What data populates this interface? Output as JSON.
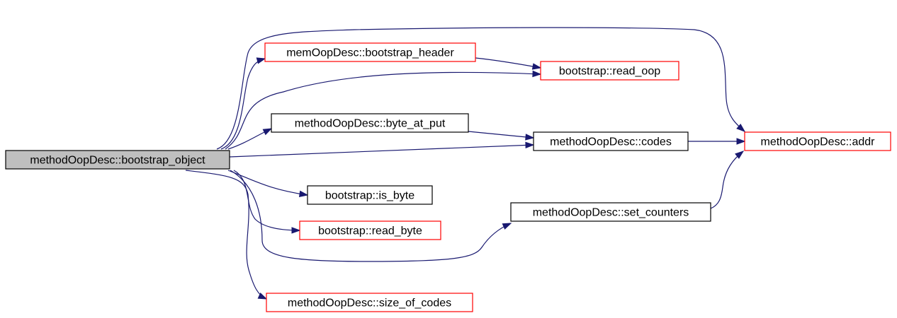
{
  "graph": {
    "colors": {
      "edge": "#191970",
      "root_fill": "#bfbfbf",
      "documented_border": "#000000",
      "undocumented_border": "#ff0000"
    },
    "nodes": [
      {
        "id": "bootstrap_object",
        "label": "methodOopDesc::bootstrap_object",
        "style": "root"
      },
      {
        "id": "bootstrap_header",
        "label": "memOopDesc::bootstrap_header",
        "style": "red"
      },
      {
        "id": "read_oop",
        "label": "bootstrap::read_oop",
        "style": "red"
      },
      {
        "id": "byte_at_put",
        "label": "methodOopDesc::byte_at_put",
        "style": "black"
      },
      {
        "id": "codes",
        "label": "methodOopDesc::codes",
        "style": "black"
      },
      {
        "id": "addr",
        "label": "methodOopDesc::addr",
        "style": "red"
      },
      {
        "id": "is_byte",
        "label": "bootstrap::is_byte",
        "style": "black"
      },
      {
        "id": "set_counters",
        "label": "methodOopDesc::set_counters",
        "style": "black"
      },
      {
        "id": "read_byte",
        "label": "bootstrap::read_byte",
        "style": "red"
      },
      {
        "id": "size_of_codes",
        "label": "methodOopDesc::size_of_codes",
        "style": "red"
      }
    ],
    "edges": [
      {
        "from": "bootstrap_object",
        "to": "bootstrap_header"
      },
      {
        "from": "bootstrap_object",
        "to": "read_oop"
      },
      {
        "from": "bootstrap_object",
        "to": "byte_at_put"
      },
      {
        "from": "bootstrap_object",
        "to": "codes"
      },
      {
        "from": "bootstrap_object",
        "to": "addr"
      },
      {
        "from": "bootstrap_object",
        "to": "is_byte"
      },
      {
        "from": "bootstrap_object",
        "to": "read_byte"
      },
      {
        "from": "bootstrap_object",
        "to": "set_counters"
      },
      {
        "from": "bootstrap_object",
        "to": "size_of_codes"
      },
      {
        "from": "bootstrap_header",
        "to": "read_oop"
      },
      {
        "from": "byte_at_put",
        "to": "codes"
      },
      {
        "from": "codes",
        "to": "addr"
      },
      {
        "from": "set_counters",
        "to": "addr"
      }
    ]
  }
}
